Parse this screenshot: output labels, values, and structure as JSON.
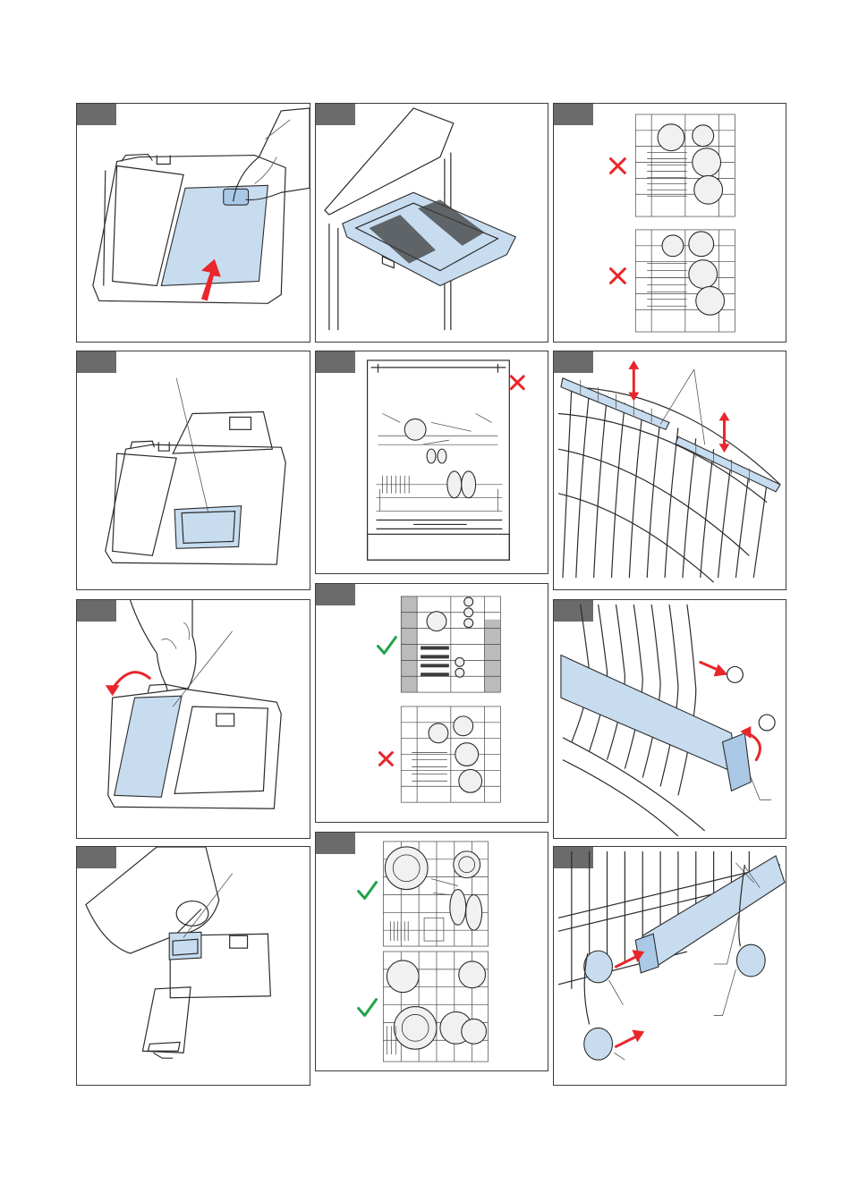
{
  "page": {
    "background": "#ffffff",
    "panel_border": "#3a3a3a",
    "tab_color": "#6b6b6b",
    "highlight_blue": "#c7dcef",
    "arrow_red": "#e8262b",
    "check_green": "#21a249"
  },
  "panels": [
    {
      "id": "p1",
      "icons": [
        "dispenser-lid-icon",
        "press-latch-icon",
        "hand-icon",
        "up-arrow-icon"
      ]
    },
    {
      "id": "p2",
      "icons": [
        "cutlery-drawer-icon",
        "countertop-icon"
      ]
    },
    {
      "id": "p3",
      "icons": [
        "wrong-cross-icon",
        "wrong-cross-icon",
        "basket-top-view-icon"
      ]
    },
    {
      "id": "p4",
      "icons": [
        "dispenser-open-icon",
        "compartment-icon"
      ]
    },
    {
      "id": "p5",
      "icons": [
        "dishwasher-front-icon",
        "wrong-cross-icon"
      ]
    },
    {
      "id": "p6",
      "icons": [
        "upper-basket-icon",
        "height-adjust-arrow-icon"
      ]
    },
    {
      "id": "p7",
      "icons": [
        "hand-icon",
        "rotate-arrow-icon",
        "dispenser-lid-icon"
      ]
    },
    {
      "id": "p8",
      "icons": [
        "correct-check-icon",
        "wrong-cross-icon",
        "basket-top-view-icon"
      ]
    },
    {
      "id": "p9",
      "icons": [
        "spray-arm-icon",
        "pull-arrow-icon",
        "rotate-arrow-icon"
      ]
    },
    {
      "id": "p10",
      "icons": [
        "bottle-icon",
        "rinse-aid-fill-icon"
      ]
    },
    {
      "id": "p11",
      "icons": [
        "correct-check-icon",
        "correct-check-icon",
        "basket-top-view-icon"
      ]
    },
    {
      "id": "p12",
      "icons": [
        "spray-tube-icon",
        "wheel-icon",
        "push-arrow-icon"
      ]
    }
  ]
}
